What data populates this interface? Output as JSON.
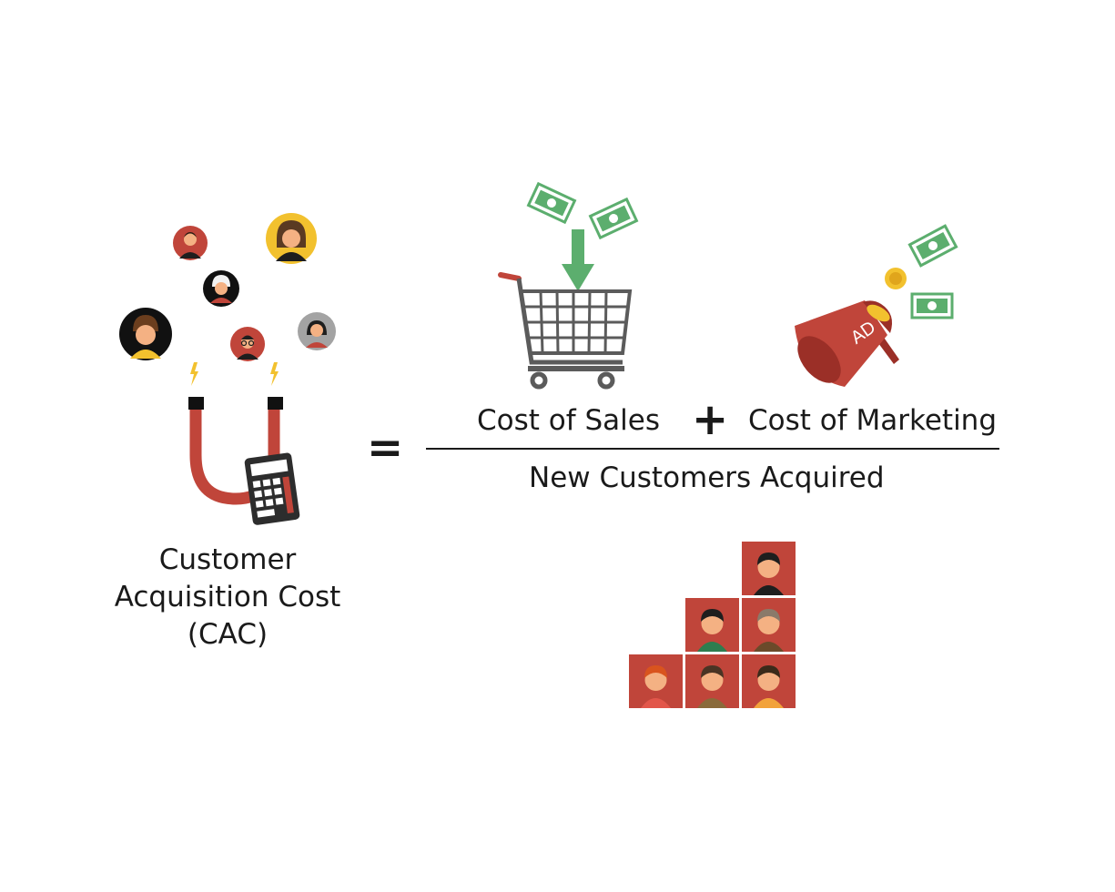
{
  "formula": {
    "title_lines": [
      "Customer",
      "Acquisition Cost",
      "(CAC)"
    ],
    "equals": "=",
    "numerator_left": "Cost of Sales",
    "plus": "+",
    "numerator_right": "Cost of Marketing",
    "denominator": "New Customers Acquired",
    "megaphone_text": "AD"
  },
  "icons": {
    "customers_cluster": "customer-avatars-icon",
    "magnet": "magnet-icon",
    "calculator": "calculator-icon",
    "cart": "shopping-cart-icon",
    "money": "banknote-icon",
    "megaphone": "megaphone-icon",
    "staircase": "customer-grid-icon"
  },
  "colors": {
    "brick_red": "#c0453a",
    "money_green": "#5cae6e",
    "yellow": "#f2c12e",
    "cart_grey": "#5b5b5b"
  }
}
